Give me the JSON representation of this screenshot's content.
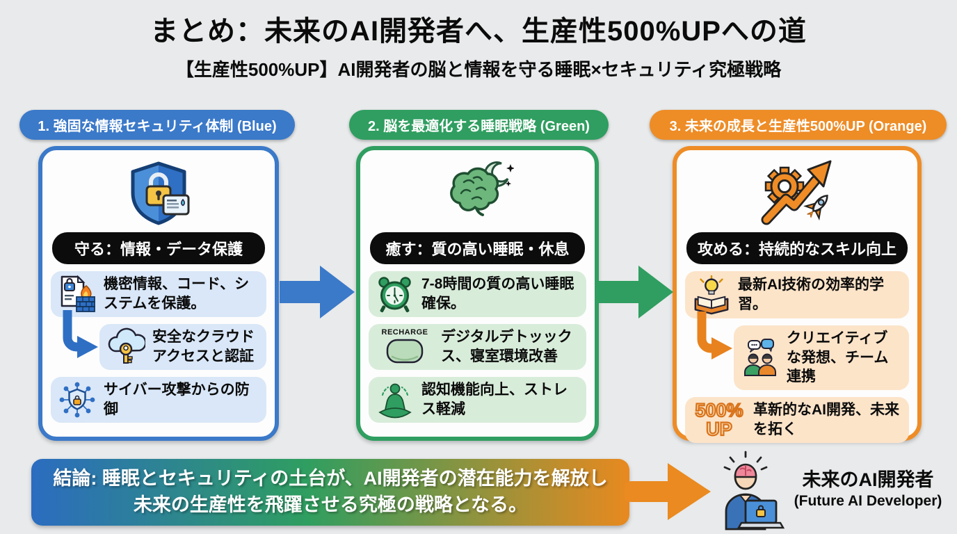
{
  "header": {
    "title": "まとめ：未来のAI開発者へ、生産性500%UPへの道",
    "subtitle": "【生産性500%UP】AI開発者の脳と情報を守る睡眠×セキュリティ究極戦略"
  },
  "colors": {
    "blue": "#3b79c9",
    "green": "#2f9e60",
    "orange": "#ee8c26",
    "banner_black": "#0c0c0c",
    "light_blue_item": "#d9e7f8",
    "light_green_item": "#d8ecda",
    "light_orange_item": "#fce4c9"
  },
  "columns": [
    {
      "header": "1. 強固な情報セキュリティ体制 (Blue)",
      "main_icon": "shield-lock-card-icon",
      "banner": "守る：情報・データ保護",
      "items": [
        {
          "icon": "locked-document-firewall-icon",
          "text": "機密情報、コード、システムを保護。"
        },
        {
          "icon": "cloud-key-icon",
          "text": "安全なクラウドアクセスと認証"
        },
        {
          "icon": "network-shield-icon",
          "text": "サイバー攻撃からの防御"
        }
      ]
    },
    {
      "header": "2. 脳を最適化する睡眠戦略 (Green)",
      "main_icon": "brain-moon-icon",
      "banner": "癒す：質の高い睡眠・休息",
      "items": [
        {
          "icon": "alarm-clock-icon",
          "text": "7-8時間の質の高い睡眠確保。"
        },
        {
          "icon": "pillow-icon",
          "icon_label": "RECHARGE",
          "text": "デジタルデトッックス、寝室環境改善"
        },
        {
          "icon": "meditation-icon",
          "text": "認知機能向上、ストレス軽減"
        }
      ]
    },
    {
      "header": "3. 未来の成長と生産性500%UP (Orange)",
      "main_icon": "gear-growth-rocket-icon",
      "banner": "攻める：持続的なスキル向上",
      "items": [
        {
          "icon": "lightbulb-book-icon",
          "text": "最新AI技術の効率的学習。"
        },
        {
          "icon": "team-chat-icon",
          "text": "クリエイティブな発想、チーム連携"
        },
        {
          "icon": "500-percent-up-badge",
          "badge_line1": "500%",
          "badge_line2": "UP",
          "text": "革新的なAI開発、未来を拓く"
        }
      ]
    }
  ],
  "conclusion": {
    "line1": "結論: 睡眠とセキュリティの土台が、AI開発者の潜在能力を解放し",
    "line2": "未来の生産性を飛躍させる究極の戦略となる。"
  },
  "future_developer": {
    "icon": "developer-brain-laptop-icon",
    "title": "未来のAI開発者",
    "subtitle": "(Future AI Developer)"
  }
}
